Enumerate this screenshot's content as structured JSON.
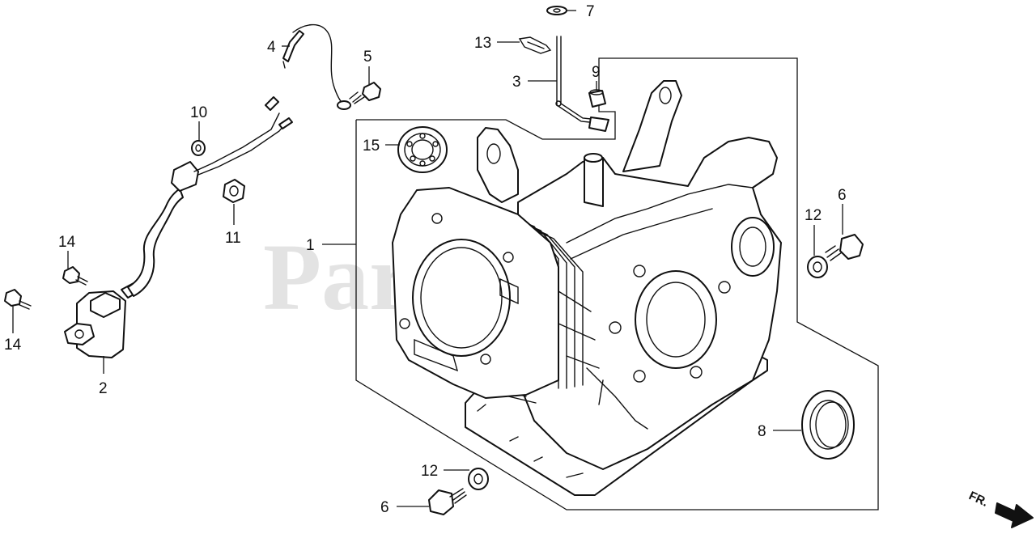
{
  "watermark": "PartsTree",
  "direction_label": "FR.",
  "callouts": [
    {
      "id": "c1",
      "label": "1"
    },
    {
      "id": "c2",
      "label": "2"
    },
    {
      "id": "c3",
      "label": "3"
    },
    {
      "id": "c4",
      "label": "4"
    },
    {
      "id": "c5",
      "label": "5"
    },
    {
      "id": "c6a",
      "label": "6"
    },
    {
      "id": "c6b",
      "label": "6"
    },
    {
      "id": "c7",
      "label": "7"
    },
    {
      "id": "c8",
      "label": "8"
    },
    {
      "id": "c9",
      "label": "9"
    },
    {
      "id": "c10",
      "label": "10"
    },
    {
      "id": "c11",
      "label": "11"
    },
    {
      "id": "c12a",
      "label": "12"
    },
    {
      "id": "c12b",
      "label": "12"
    },
    {
      "id": "c13",
      "label": "13"
    },
    {
      "id": "c14a",
      "label": "14"
    },
    {
      "id": "c14b",
      "label": "14"
    },
    {
      "id": "c15",
      "label": "15"
    }
  ]
}
